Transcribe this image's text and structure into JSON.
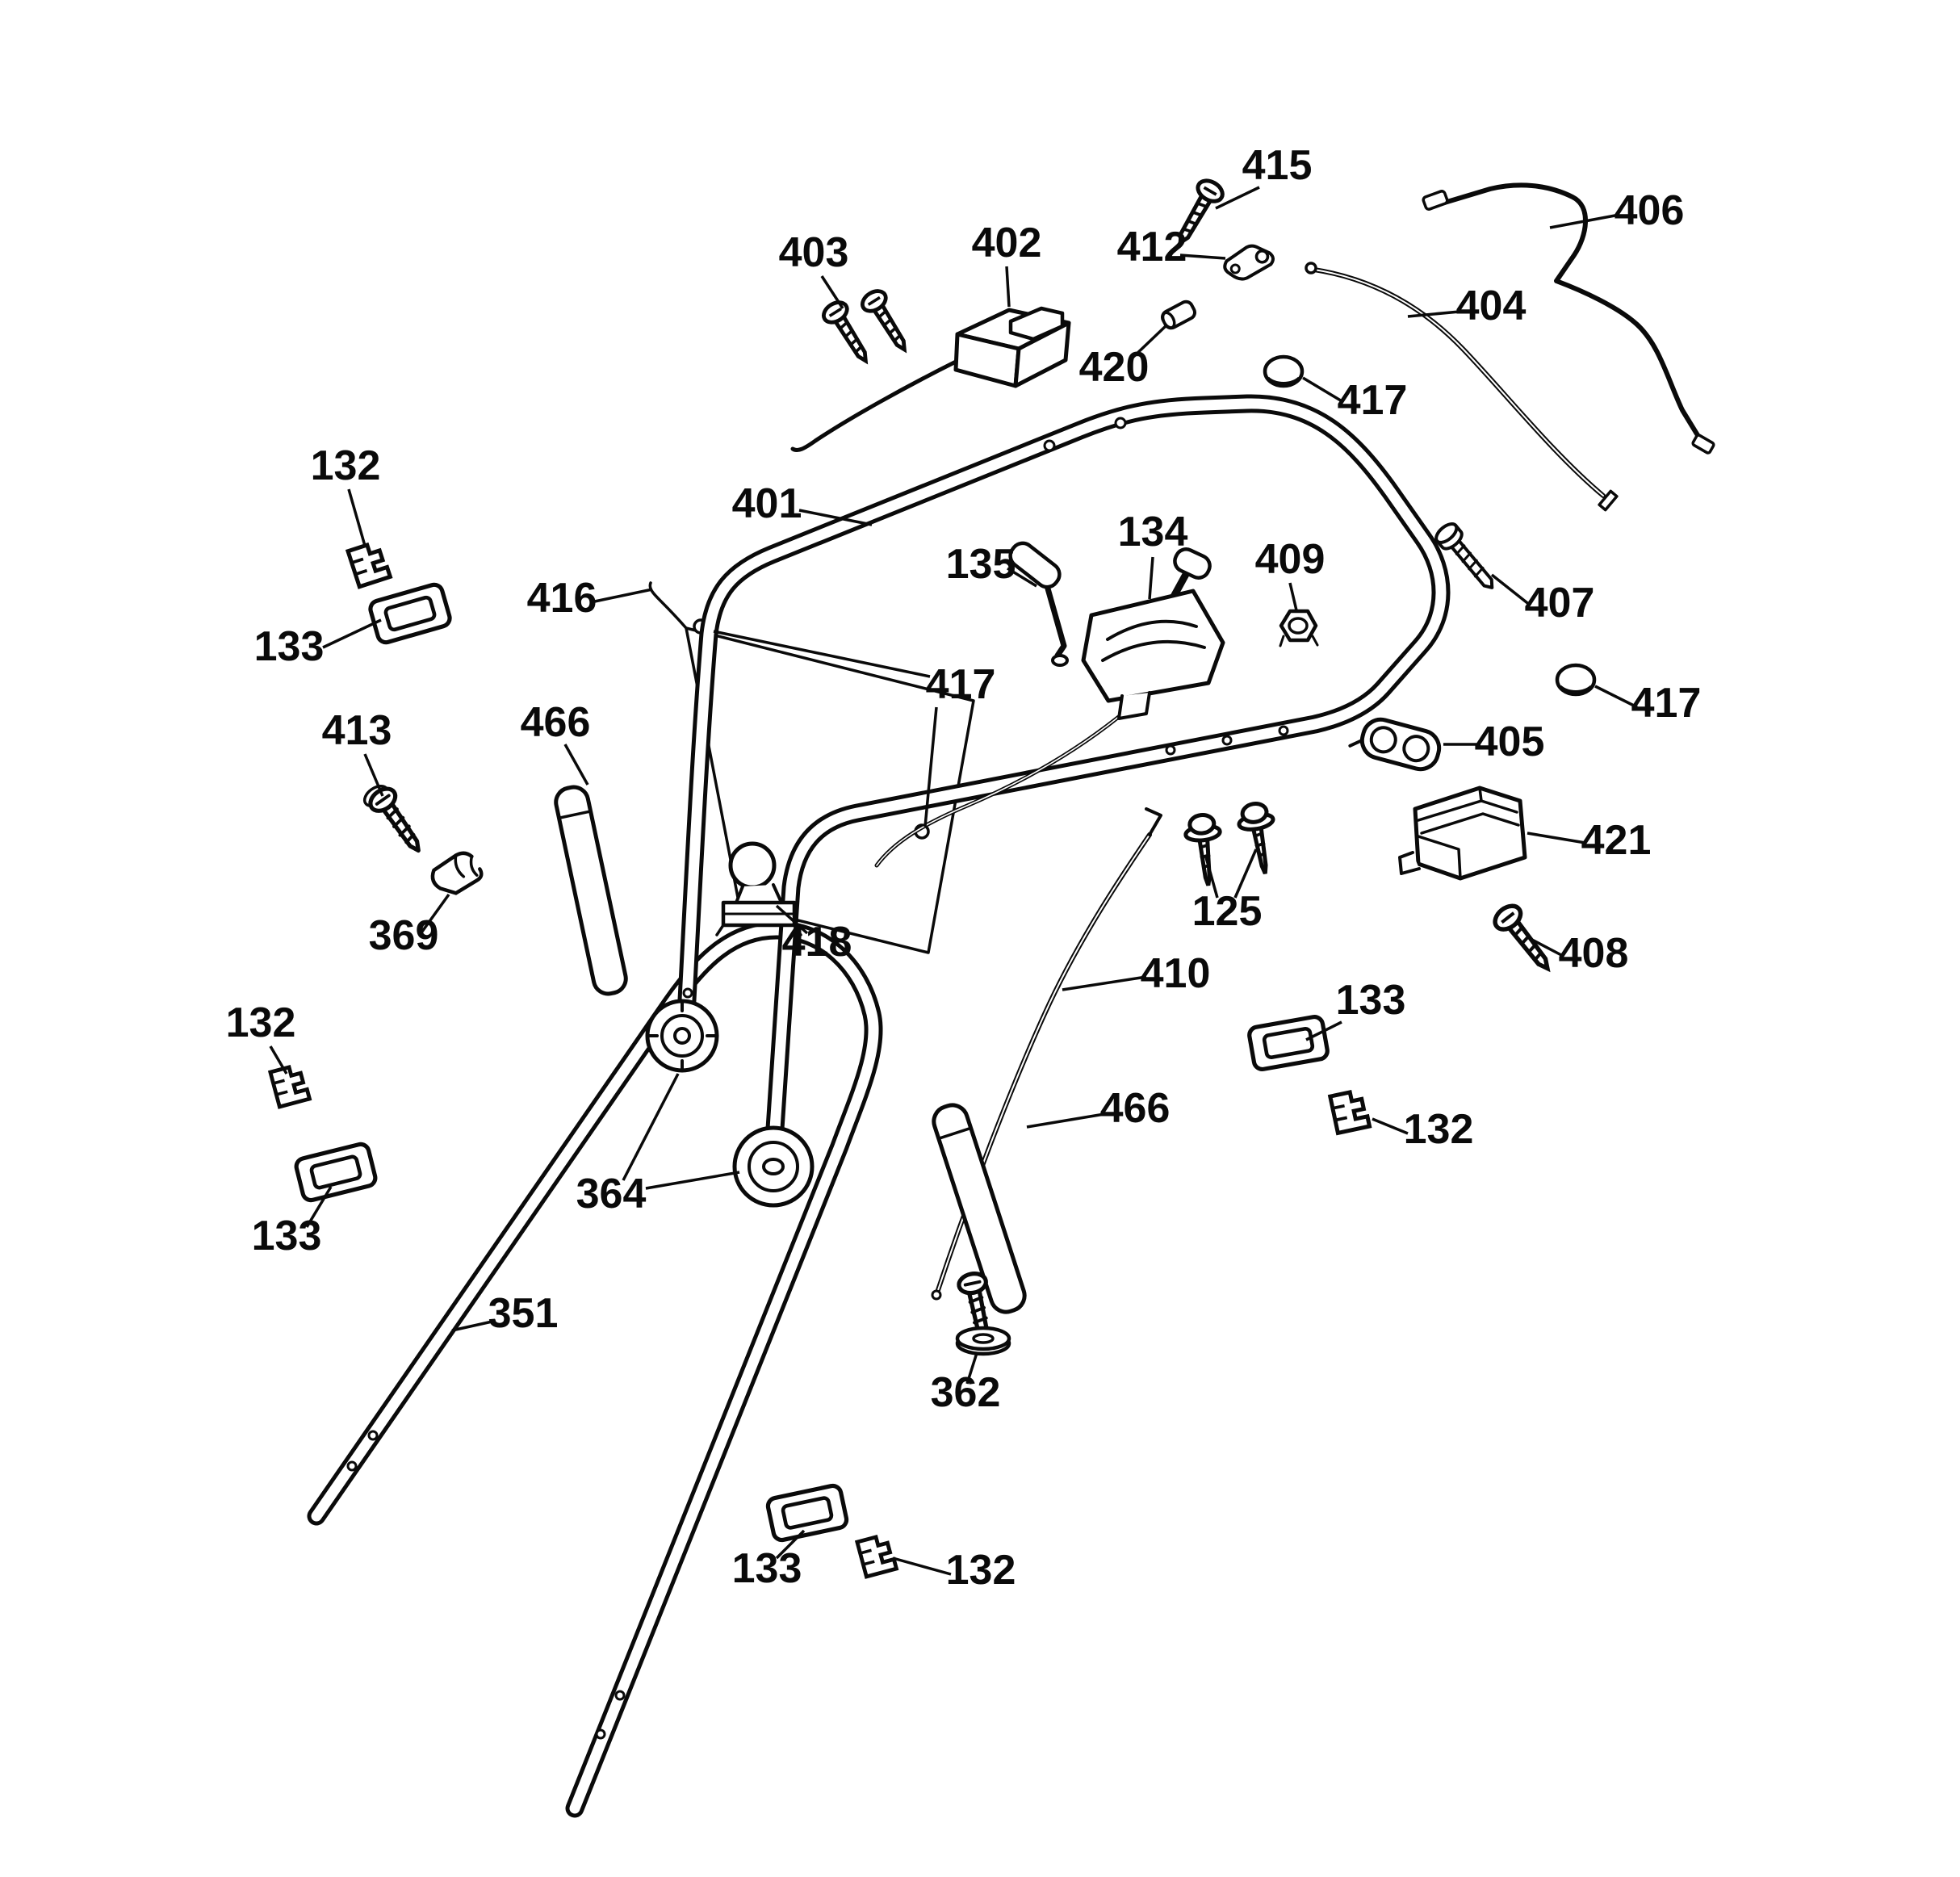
{
  "diagram": {
    "type": "exploded-parts-diagram",
    "subject": "mower-handle-assembly",
    "background_color": "#ffffff",
    "line_color": "#0a0a0a",
    "labels": [
      {
        "text": "415"
      },
      {
        "text": "406"
      },
      {
        "text": "403"
      },
      {
        "text": "402"
      },
      {
        "text": "412"
      },
      {
        "text": "404"
      },
      {
        "text": "420"
      },
      {
        "text": "417"
      },
      {
        "text": "132"
      },
      {
        "text": "401"
      },
      {
        "text": "134"
      },
      {
        "text": "135"
      },
      {
        "text": "409"
      },
      {
        "text": "133"
      },
      {
        "text": "416"
      },
      {
        "text": "407"
      },
      {
        "text": "417"
      },
      {
        "text": "417"
      },
      {
        "text": "413"
      },
      {
        "text": "466"
      },
      {
        "text": "405"
      },
      {
        "text": "421"
      },
      {
        "text": "369"
      },
      {
        "text": "125"
      },
      {
        "text": "418"
      },
      {
        "text": "408"
      },
      {
        "text": "410"
      },
      {
        "text": "133"
      },
      {
        "text": "132"
      },
      {
        "text": "132"
      },
      {
        "text": "466"
      },
      {
        "text": "364"
      },
      {
        "text": "133"
      },
      {
        "text": "351"
      },
      {
        "text": "362"
      },
      {
        "text": "133"
      },
      {
        "text": "132"
      }
    ]
  }
}
